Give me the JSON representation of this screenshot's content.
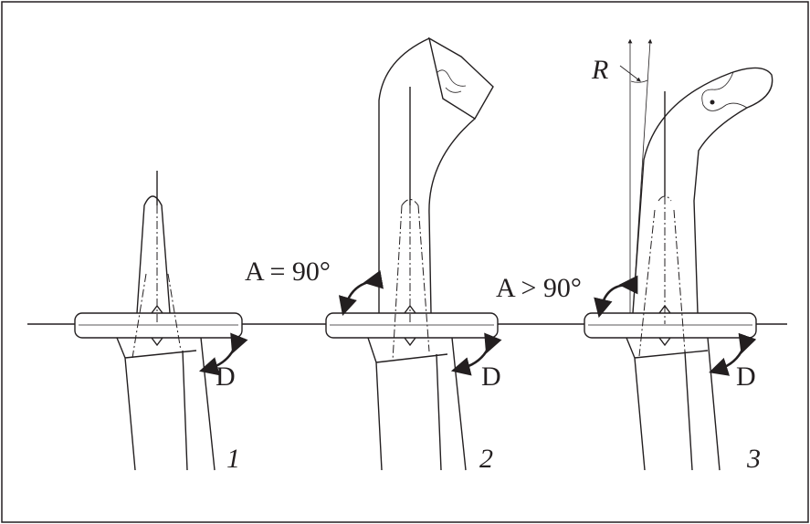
{
  "labels": {
    "angle_2": "A = 90°",
    "angle_3": "A > 90°",
    "rotation": "D",
    "radius": "R"
  },
  "figures": [
    {
      "number": "1"
    },
    {
      "number": "2"
    },
    {
      "number": "3"
    }
  ]
}
